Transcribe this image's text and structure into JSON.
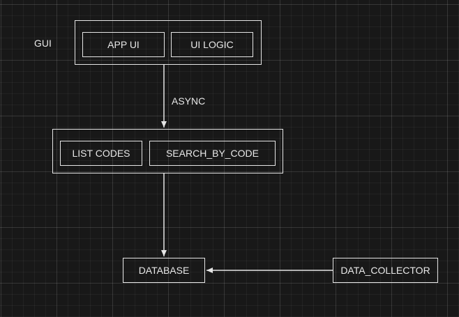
{
  "diagram": {
    "gui_label": "GUI",
    "async_label": "ASYNC",
    "nodes": {
      "app_ui": "APP UI",
      "ui_logic": "UI LOGIC",
      "list_codes": "LIST CODES",
      "search_by_code": "SEARCH_BY_CODE",
      "database": "DATABASE",
      "data_collector": "DATA_COLLECTOR"
    },
    "edges": [
      {
        "from": "gui",
        "to": "search_group",
        "label": "ASYNC"
      },
      {
        "from": "search_group",
        "to": "database",
        "label": ""
      },
      {
        "from": "data_collector",
        "to": "database",
        "label": ""
      }
    ]
  },
  "colors": {
    "background": "#181818",
    "stroke": "#e6e6e6"
  }
}
